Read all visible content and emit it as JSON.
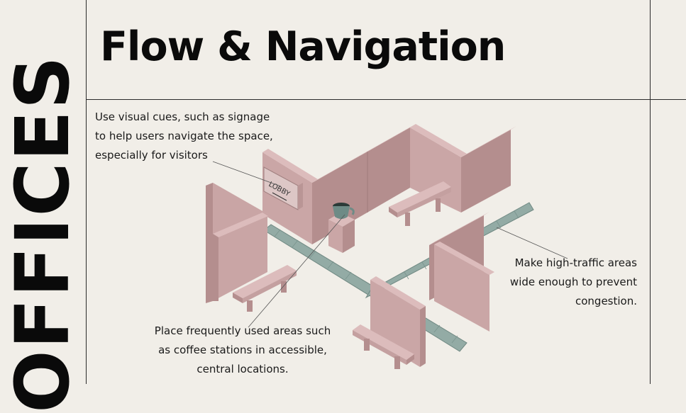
{
  "side_title": "OFFICES",
  "title": "Flow & Navigation",
  "sign_text": "LOBBY",
  "notes": {
    "signage": [
      "Use visual cues, such as signage",
      "to help users navigate the space,",
      "especially for visitors"
    ],
    "traffic": [
      "Make high-traffic areas",
      "wide enough to prevent",
      "congestion."
    ],
    "central": [
      "Place frequently used areas such",
      "as coffee stations in accessible,",
      "central locations."
    ]
  },
  "colors": {
    "background": "#f1eee8",
    "wall": "#caa6a6",
    "wall_dark": "#a98282",
    "path": "#93aba5",
    "cup": "#6e8b86"
  }
}
